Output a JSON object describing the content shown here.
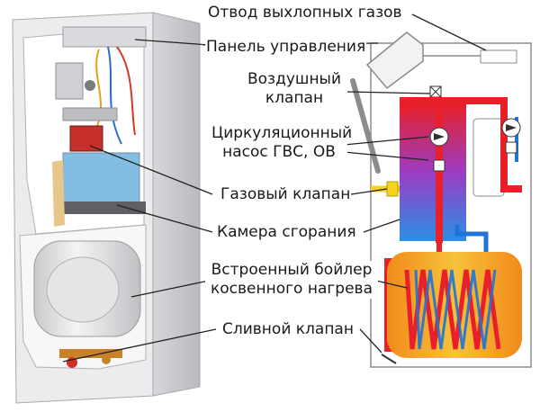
{
  "labels": {
    "flue": "Отвод выхлопных газов",
    "panel": "Панель управления",
    "air_valve": [
      "Воздушный",
      "клапан"
    ],
    "pump": [
      "Циркуляционный",
      "насос ГВС, ОВ"
    ],
    "gas_valve": "Газовый клапан",
    "chamber": "Камера сгорания",
    "boiler": [
      "Встроенный бойлер",
      "косвенного нагрева"
    ],
    "drain": "Сливной клапан"
  },
  "colors": {
    "hot": "#e8202a",
    "cold": "#1e73d8",
    "gradient_top": "#e8202a",
    "gradient_mid": "#9b3cc4",
    "gradient_bottom": "#2a8fe6",
    "tank": "#f2a81e",
    "gas_yellow": "#f5d31a",
    "casing": "#e8e8ea",
    "leader": "#222222"
  }
}
